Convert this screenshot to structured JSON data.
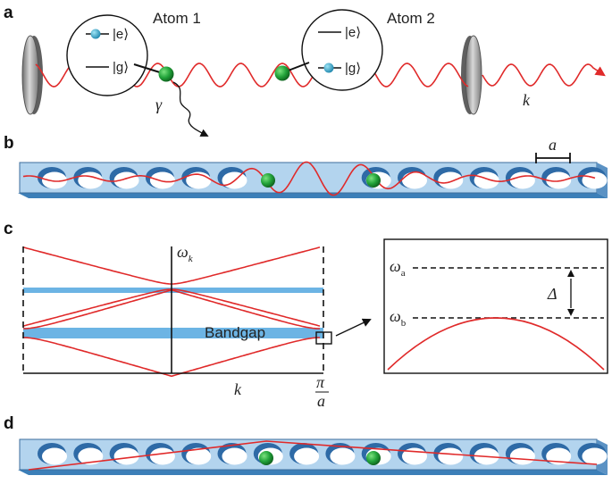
{
  "panels": {
    "a": "a",
    "b": "b",
    "c": "c",
    "d": "d"
  },
  "atoms": {
    "atom1": "Atom 1",
    "atom2": "Atom 2",
    "excited": "|e⟩",
    "ground": "|g⟩"
  },
  "symbols": {
    "gamma": "γ",
    "k_wave": "k",
    "lattice_a": "a",
    "omega_k": "ω",
    "omega_k_sub": "k",
    "k_axis": "k",
    "pi": "π",
    "pi_over": "a",
    "bandgap": "Bandgap",
    "omega_a": "ω",
    "omega_a_sub": "a",
    "omega_b": "ω",
    "omega_b_sub": "b",
    "delta": "Δ"
  },
  "colors": {
    "wave": "#e02a2a",
    "waveguide_top": "#a9cdea",
    "waveguide_front": "#6fa8d8",
    "band": "#6cb4e4",
    "atom": "#22a33a",
    "electron": "#2aa0c8",
    "mirror": "#9a9a9a"
  }
}
